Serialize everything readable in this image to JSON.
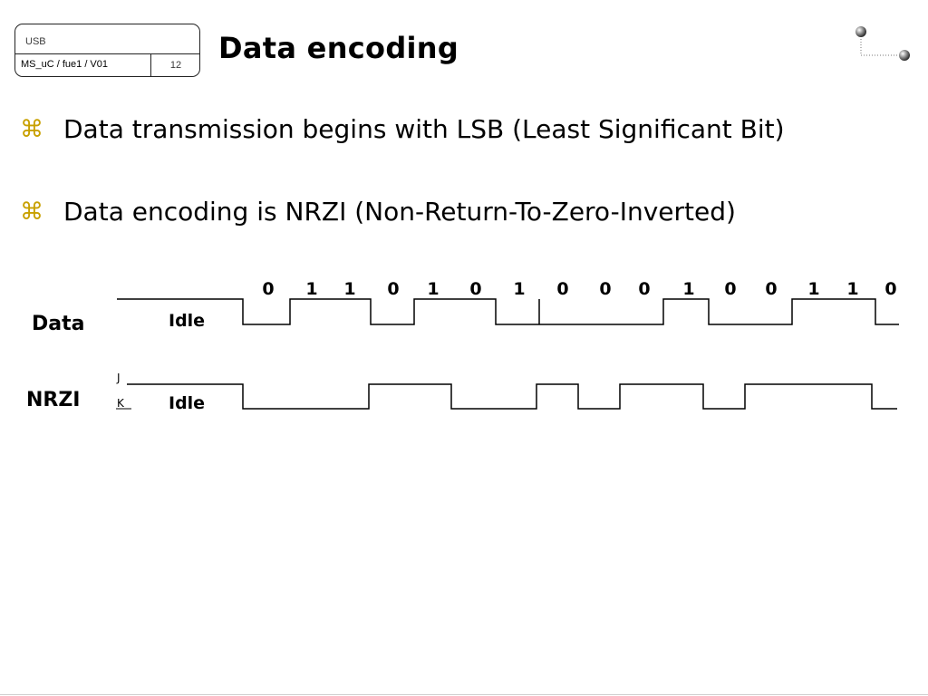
{
  "header": {
    "topic": "USB",
    "doc_id": "MS_uC / fue1 / V01",
    "page_number": "12"
  },
  "title": "Data encoding",
  "bullets": [
    {
      "icon": "command-icon",
      "text": "Data transmission begins with LSB (Least Significant Bit)"
    },
    {
      "icon": "command-icon",
      "text": "Data encoding is NRZI (Non-Return-To-Zero-Inverted)"
    }
  ],
  "diagram": {
    "data_label": "Data",
    "nrzi_label": "NRZI",
    "idle_label": "Idle",
    "j_label": "J",
    "k_label": "K",
    "bits": [
      "0",
      "1",
      "1",
      "0",
      "1",
      "0",
      "1",
      "0",
      "0",
      "0",
      "1",
      "0",
      "0",
      "1",
      "1",
      "0"
    ]
  }
}
